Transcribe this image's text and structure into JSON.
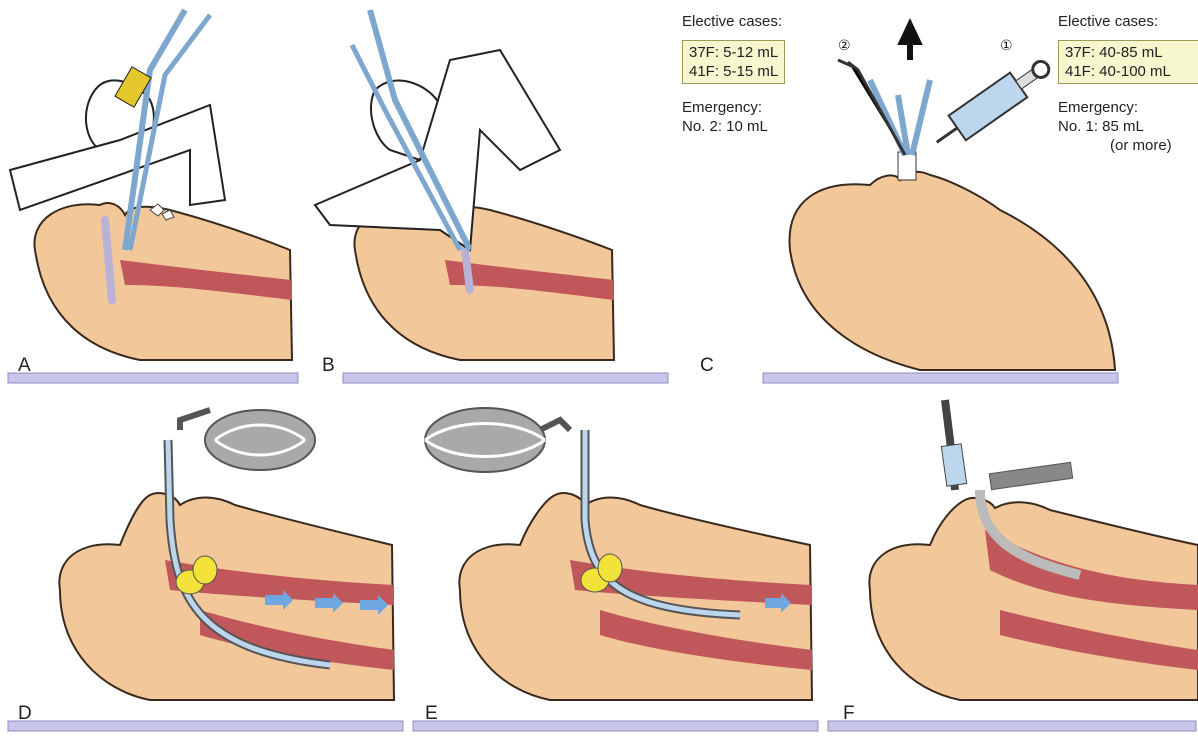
{
  "panels": [
    {
      "label": "A"
    },
    {
      "label": "B"
    },
    {
      "label": "C"
    },
    {
      "label": "D"
    },
    {
      "label": "E"
    },
    {
      "label": "F"
    }
  ],
  "panel_c": {
    "left_box": {
      "heading": "Elective cases:",
      "lines": [
        "37F: 5-12 mL",
        "41F: 5-15 mL"
      ],
      "emergency_heading": "Emergency:",
      "emergency_value": "No. 2: 10 mL"
    },
    "right_box": {
      "heading": "Elective cases:",
      "lines": [
        "37F: 40-85 mL",
        "41F: 40-100 mL"
      ],
      "emergency_heading": "Emergency:",
      "emergency_value": "No. 1: 85 mL",
      "emergency_note": "(or more)"
    },
    "syringe_labels": [
      "②",
      "①"
    ]
  },
  "colors": {
    "skin": "#f2c79a",
    "skin_outline": "#3a2a1e",
    "airway": "#c0575a",
    "tube": "#bcd6ee",
    "cuff": "#f2e23a",
    "bag": "#a9a9a9",
    "glove": "#ffffff",
    "ground": "#c9c6ec",
    "arrow_blue": "#6fa8e0"
  }
}
